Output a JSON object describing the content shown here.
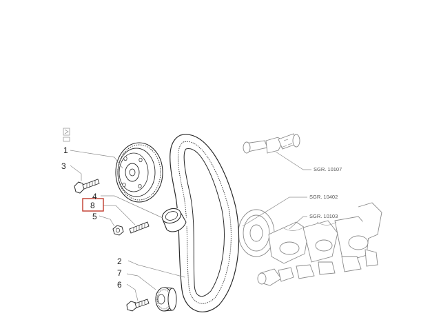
{
  "part_numbers": {
    "p1": "1",
    "p2": "2",
    "p3": "3",
    "p4": "4",
    "p5": "5",
    "p6": "6",
    "p7": "7",
    "p8": "8"
  },
  "reference_labels": {
    "top": "SGR. 10107",
    "middle": "SGR. 10402",
    "bottom": "SGR. 10103"
  },
  "colors": {
    "highlight_box": "#c0392b",
    "line_art": "#2a2a2a",
    "reference_art": "#8a8a8a"
  }
}
